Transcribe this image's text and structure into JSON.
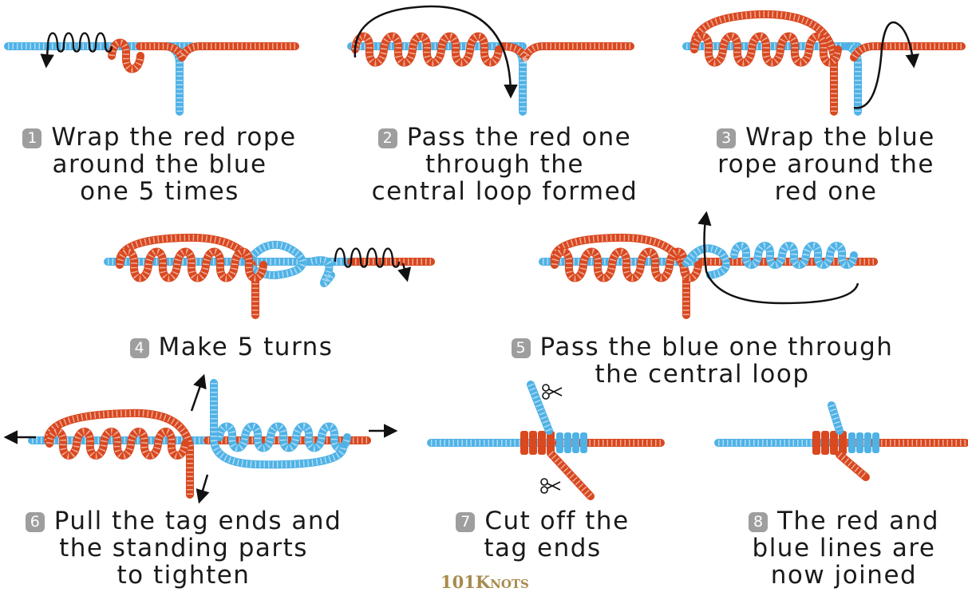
{
  "colors": {
    "red_rope": "#d9481f",
    "blue_rope": "#4fb2e6",
    "arrow": "#111111",
    "badge": "#9e9e9e",
    "logo": "#a88a4c"
  },
  "steps": [
    {
      "number": "1",
      "lines": [
        "Wrap the red rope",
        "around the blue",
        "one 5 times"
      ]
    },
    {
      "number": "2",
      "lines": [
        "Pass the red one",
        "through the",
        "central loop formed"
      ]
    },
    {
      "number": "3",
      "lines": [
        "Wrap the blue",
        "rope around the",
        "red one"
      ]
    },
    {
      "number": "4",
      "lines": [
        "Make 5 turns"
      ]
    },
    {
      "number": "5",
      "lines": [
        "Pass the blue one through",
        "the central loop"
      ]
    },
    {
      "number": "6",
      "lines": [
        "Pull the tag ends and",
        "the standing parts",
        "to tighten"
      ]
    },
    {
      "number": "7",
      "lines": [
        "Cut off the",
        "tag ends"
      ]
    },
    {
      "number": "8",
      "lines": [
        "The red and",
        "blue lines are",
        "now joined"
      ]
    }
  ],
  "logo": {
    "prefix": "101",
    "big_letter": "K",
    "rest": "NOTS"
  },
  "icons": [
    "scissors-icon",
    "arrow-icon",
    "coil-icon"
  ]
}
